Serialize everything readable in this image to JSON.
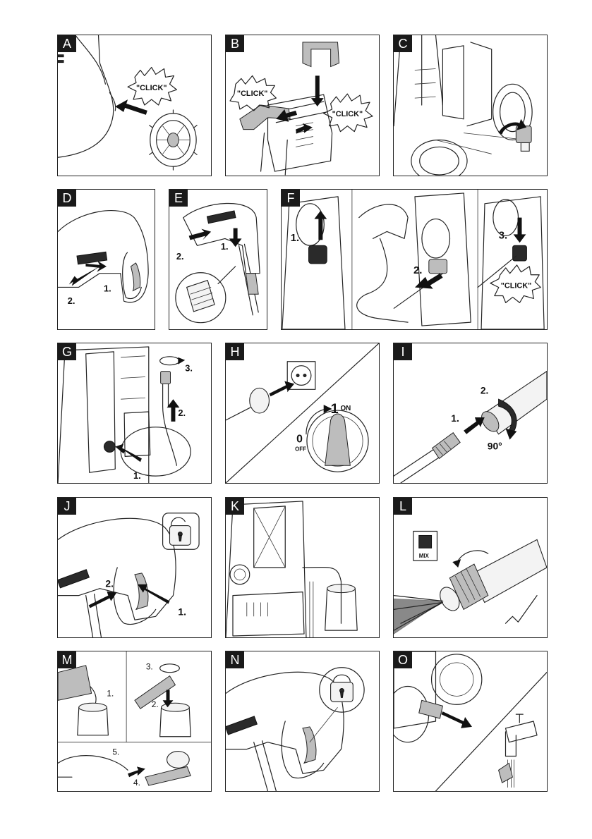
{
  "panels": {
    "A": {
      "letter": "A",
      "click": "\"CLICK\""
    },
    "B": {
      "letter": "B",
      "click_left": "\"CLICK\"",
      "click_right": "\"CLICK\""
    },
    "C": {
      "letter": "C"
    },
    "D": {
      "letter": "D",
      "step1": "1.",
      "step2": "2."
    },
    "E": {
      "letter": "E",
      "step1": "1.",
      "step2": "2."
    },
    "F": {
      "letter": "F",
      "step1": "1.",
      "step2": "2.",
      "step3": "3.",
      "click": "\"CLICK\""
    },
    "G": {
      "letter": "G",
      "step1": "1.",
      "step2": "2.",
      "step3": "3."
    },
    "H": {
      "letter": "H",
      "on_num": "1",
      "on_text": "ON",
      "off_num": "0",
      "off_text": "OFF"
    },
    "I": {
      "letter": "I",
      "step1": "1.",
      "step2": "2.",
      "angle": "90°"
    },
    "J": {
      "letter": "J",
      "step1": "1.",
      "step2": "2."
    },
    "K": {
      "letter": "K"
    },
    "L": {
      "letter": "L",
      "mix": "MIX"
    },
    "M": {
      "letter": "M",
      "step1": "1.",
      "step2": "2.",
      "step3": "3.",
      "step4": "4.",
      "step5": "5."
    },
    "N": {
      "letter": "N"
    },
    "O": {
      "letter": "O"
    }
  },
  "colors": {
    "ink": "#222222",
    "tag_bg": "#1a1a1a",
    "fill_grey": "#bdbdbd"
  }
}
